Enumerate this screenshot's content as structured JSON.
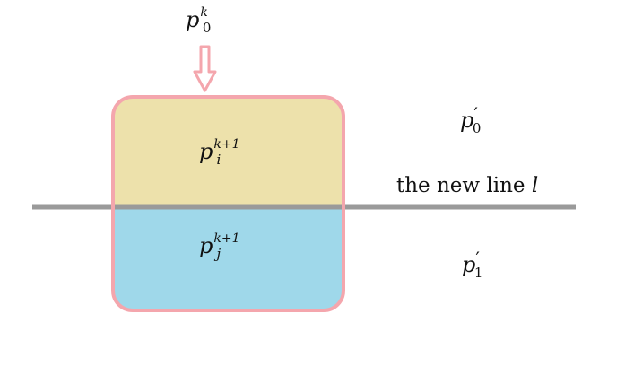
{
  "labels": {
    "p0k": {
      "base": "p",
      "sup": "k",
      "sub": "0"
    },
    "pik1": {
      "base": "p",
      "sup": "k+1",
      "sub": "i"
    },
    "pjk1": {
      "base": "p",
      "sup": "k+1",
      "sub": "j"
    },
    "p0prime": {
      "base": "p",
      "prime": "′",
      "sub": "0"
    },
    "p1prime": {
      "base": "p",
      "prime": "′",
      "sub": "1"
    },
    "line_text": "the new line",
    "line_var": "l"
  },
  "colors": {
    "top_fill": "#ede1ab",
    "bottom_fill": "#9fd8ea",
    "outline": "#f4a6ad",
    "divider": "#9a9a9a",
    "arrow": "#f4a6ad"
  },
  "icons": {
    "arrow": "down-arrow-icon"
  }
}
